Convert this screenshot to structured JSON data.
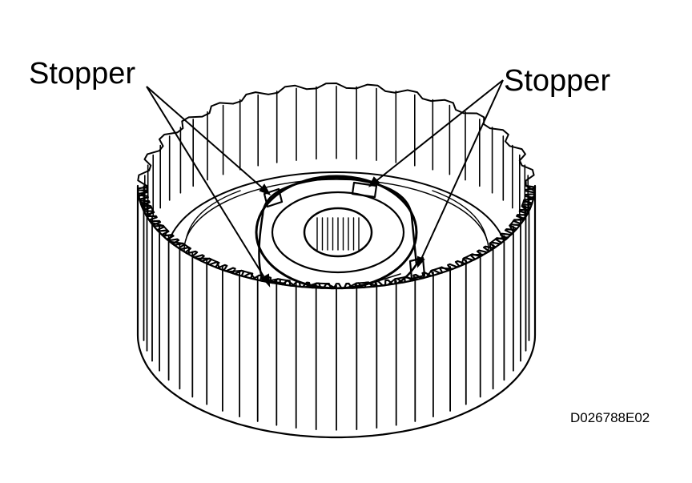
{
  "labels": {
    "stopper_left": "Stopper",
    "stopper_right": "Stopper"
  },
  "figure_id": "D026788E02",
  "colors": {
    "ink": "#000000",
    "paper": "#ffffff"
  },
  "drum": {
    "spline_count": 30
  }
}
